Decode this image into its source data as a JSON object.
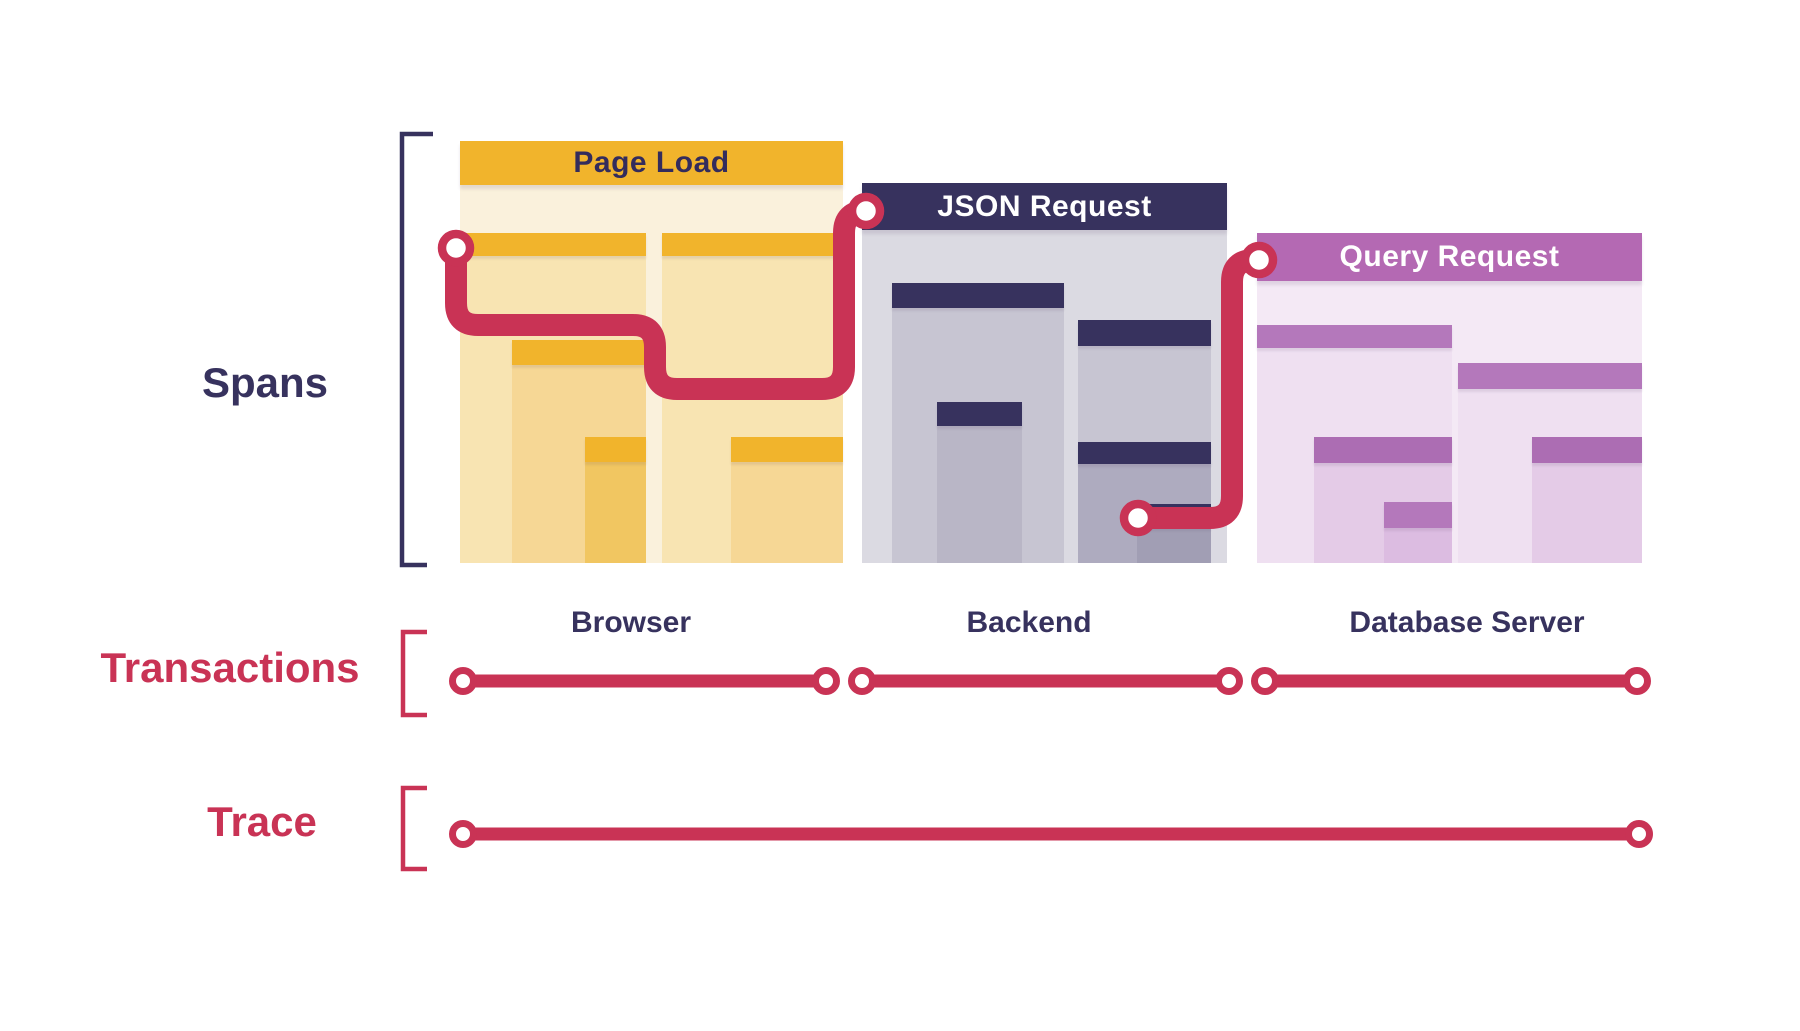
{
  "palette": {
    "accent_red": "#C93355",
    "navy": "#37325E",
    "gold": "#F1B42C",
    "gold_body": "#FAF1DC",
    "gray_lavender_body": "#DBDAE2",
    "purple": "#B469B3",
    "purple_body": "#F4E9F5",
    "node_fill": "#FFFFFF"
  },
  "row_labels": {
    "spans": "Spans",
    "transactions": "Transactions",
    "trace": "Trace"
  },
  "blocks": {
    "page_load": {
      "title": "Page Load",
      "caption": "Browser"
    },
    "json_request": {
      "title": "JSON Request",
      "caption": "Backend"
    },
    "query_request": {
      "title": "Query Request",
      "caption": "Database Server"
    }
  }
}
